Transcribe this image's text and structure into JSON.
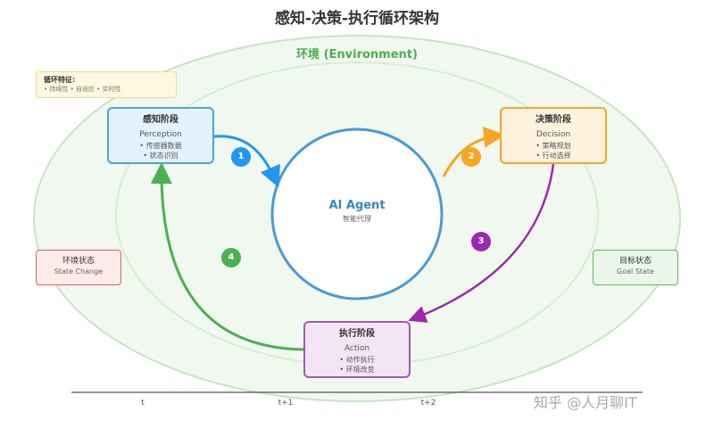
{
  "title": "感知-决策-执行循环架构",
  "environment": {
    "label": "环境 (Environment)"
  },
  "note": {
    "title": "循环特征:",
    "items": "• 持续性 • 自适应 • 实时性"
  },
  "agent": {
    "name": "AI Agent",
    "subtitle": "智能代理"
  },
  "stages": {
    "perception": {
      "cn": "感知阶段",
      "en": "Perception",
      "bullet1": "• 传感器数据",
      "bullet2": "• 状态识别"
    },
    "decision": {
      "cn": "决策阶段",
      "en": "Decision",
      "bullet1": "• 策略规划",
      "bullet2": "• 行动选择"
    },
    "action": {
      "cn": "执行阶段",
      "en": "Action",
      "bullet1": "• 动作执行",
      "bullet2": "• 环境改变"
    }
  },
  "state_change": {
    "cn": "环境状态",
    "en": "State Change"
  },
  "goal_state": {
    "cn": "目标状态",
    "en": "Goal State"
  },
  "steps": [
    "1",
    "2",
    "3",
    "4"
  ],
  "timeline": [
    "t",
    "t+1",
    "t+2"
  ],
  "watermark": "知乎 @人月聊IT",
  "colors": {
    "perception": "#4aa3df",
    "decision": "#f5a623",
    "action": "#a05ab4",
    "feedback": "#4caf50",
    "agent": "#3a87c2",
    "environment": "#4caf50"
  }
}
